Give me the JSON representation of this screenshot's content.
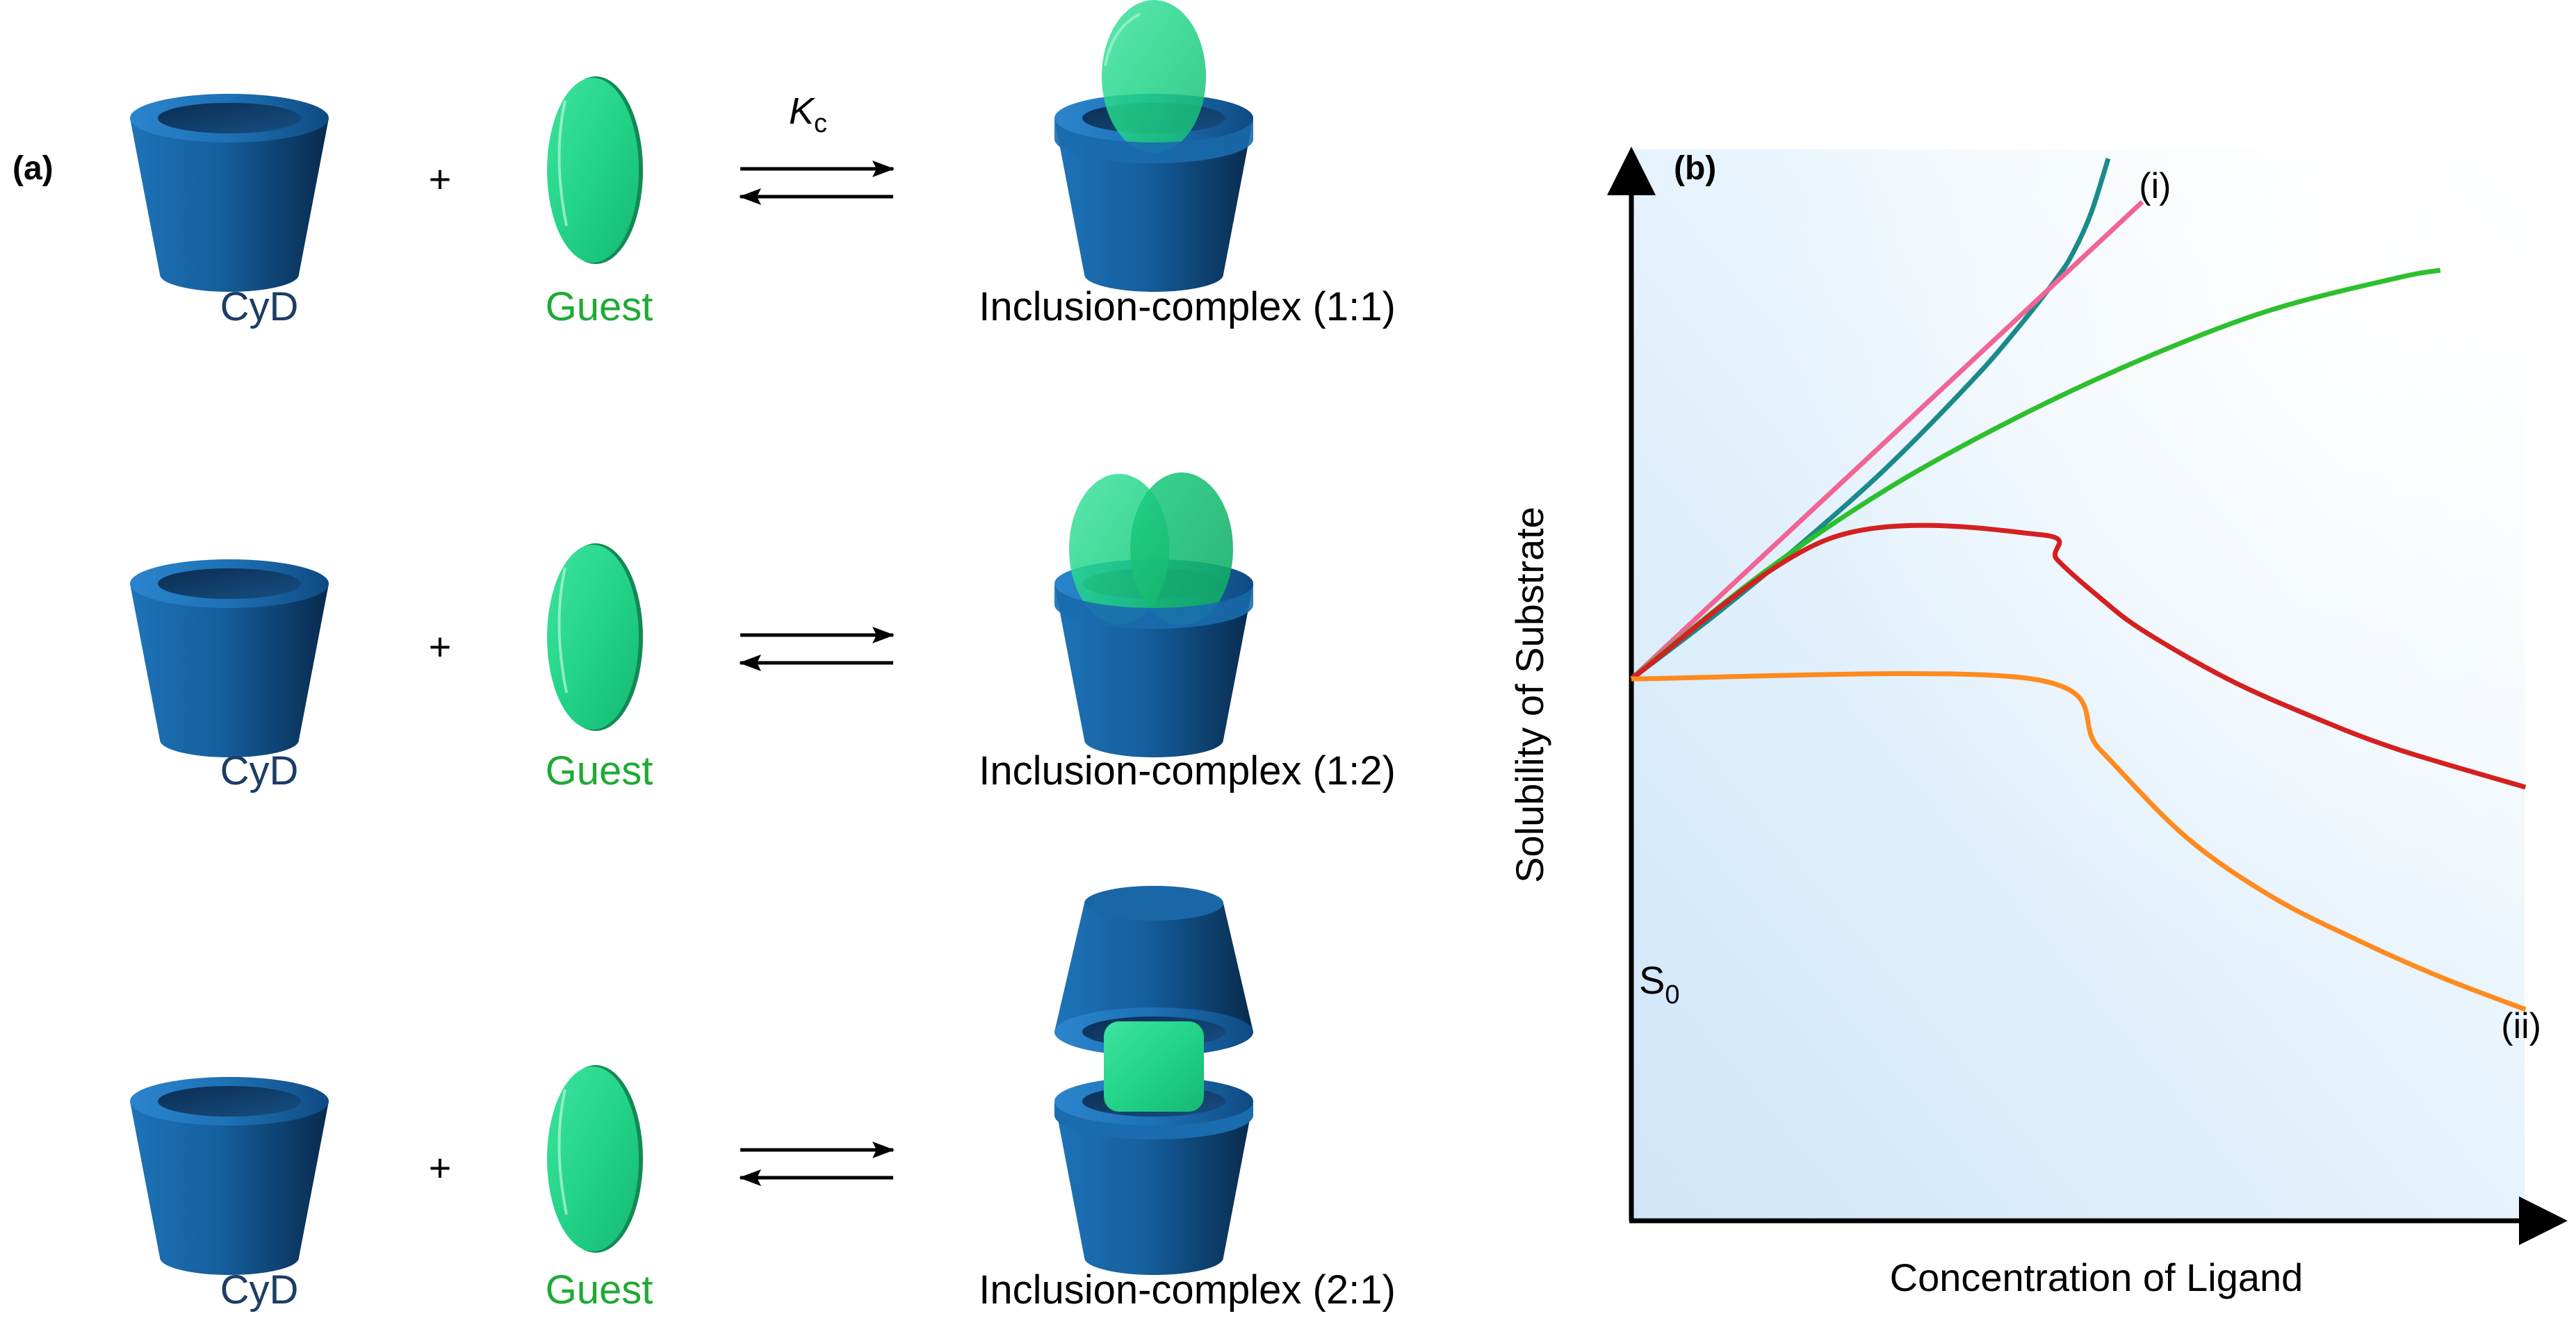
{
  "panel_a": {
    "label": "(a)",
    "host_label": "CyD",
    "guest_label": "Guest",
    "plus": "+",
    "constant_symbol": "K",
    "constant_subscript": "c",
    "rows": [
      {
        "product_label": "Inclusion-complex (1:1)"
      },
      {
        "product_label": "Inclusion-complex (1:2)"
      },
      {
        "product_label": "Inclusion-complex (2:1)"
      }
    ],
    "colors": {
      "host": "#1565a8",
      "host_dark": "#0a2f55",
      "guest": "#21d487",
      "host_text": "#1b3d66",
      "guest_text": "#1faa35"
    }
  },
  "panel_b": {
    "label": "(b)",
    "chart_data": {
      "type": "line",
      "xlabel": "Concentration of Ligand",
      "ylabel": "Solubility of Substrate",
      "origin_label_main": "S",
      "origin_label_sub": "0",
      "x_range": [
        0,
        1
      ],
      "y_range": [
        0,
        1
      ],
      "annotations": [
        {
          "text": "(i)",
          "x": 0.615,
          "y": 0.955
        },
        {
          "text": "(ii)",
          "x": 1.045,
          "y": 0.18
        }
      ],
      "series": [
        {
          "color": "#1a8a8a",
          "x": [
            0,
            0.1,
            0.2,
            0.3,
            0.4,
            0.45,
            0.5,
            0.52,
            0.54,
            0.56
          ],
          "y": [
            0.5,
            0.56,
            0.625,
            0.695,
            0.775,
            0.82,
            0.87,
            0.895,
            0.93,
            0.98
          ]
        },
        {
          "color": "#f06595",
          "x": [
            0,
            0.6
          ],
          "y": [
            0.5,
            0.94
          ]
        },
        {
          "color": "#2dbf2d",
          "x": [
            0,
            0.15,
            0.3,
            0.45,
            0.6,
            0.75,
            0.9,
            0.95
          ],
          "y": [
            0.5,
            0.595,
            0.675,
            0.74,
            0.795,
            0.84,
            0.87,
            0.877
          ]
        },
        {
          "color": "#d42020",
          "x": [
            0,
            0.235,
            0.48,
            0.5,
            0.55,
            0.6,
            0.7,
            0.8,
            0.9,
            1.05
          ],
          "y": [
            0.5,
            0.63,
            0.633,
            0.61,
            0.575,
            0.545,
            0.5,
            0.465,
            0.435,
            0.4
          ]
        },
        {
          "color": "#ff8a1e",
          "x": [
            0,
            0.47,
            0.55,
            0.65,
            0.75,
            0.85,
            0.95,
            1.05
          ],
          "y": [
            0.5,
            0.5,
            0.435,
            0.355,
            0.3,
            0.26,
            0.225,
            0.195
          ]
        }
      ]
    }
  }
}
